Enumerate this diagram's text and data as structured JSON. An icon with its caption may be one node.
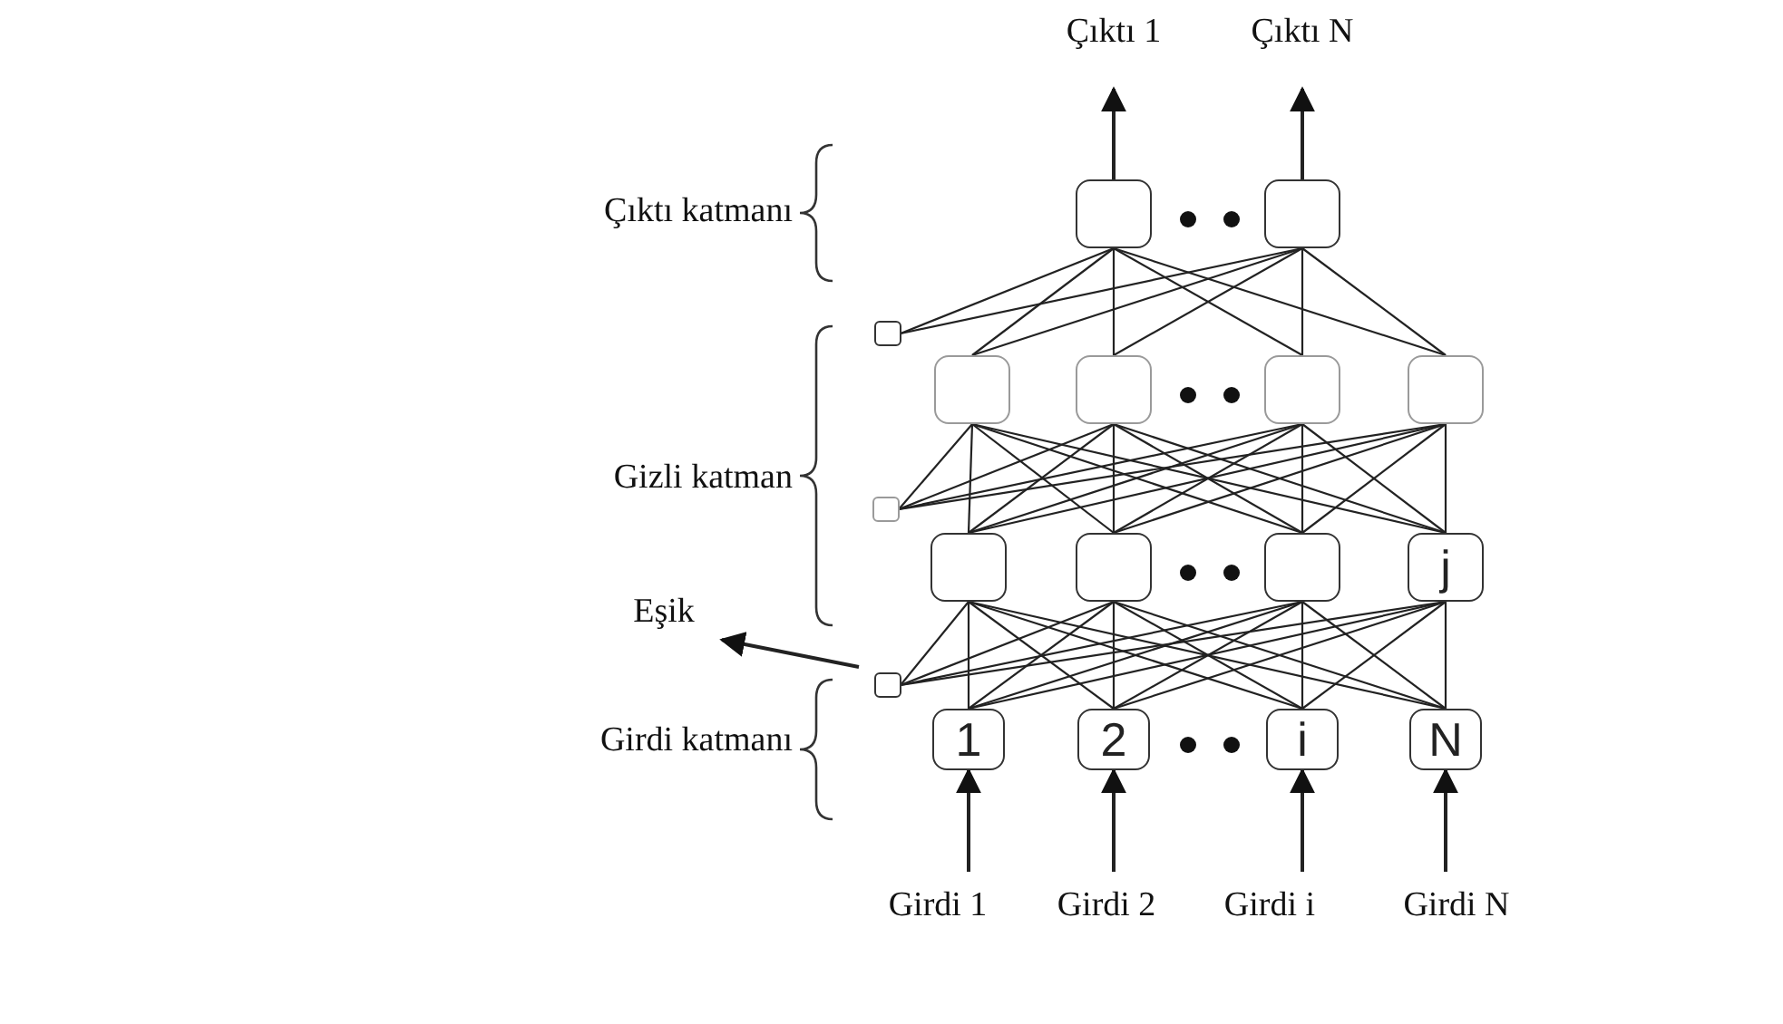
{
  "diagram": {
    "nodes": [
      {
        "text": [
          "Çıktı 1"
        ]
      },
      {
        "text": [
          "Çıktı N"
        ]
      },
      {
        "text": [],
        "shape": "box"
      },
      {
        "text": [],
        "shape": "box"
      },
      {
        "text": [],
        "shape": "box"
      },
      {
        "text": [],
        "shape": "box"
      },
      {
        "text": [],
        "shape": "box"
      },
      {
        "text": [],
        "shape": "box"
      },
      {
        "text": [],
        "shape": "box"
      },
      {
        "text": [],
        "shape": "box"
      },
      {
        "text": [],
        "shape": "box"
      },
      {
        "text": [],
        "shape": "box"
      },
      {
        "text": [],
        "shape": "box"
      },
      {
        "text": [
          "j"
        ]
      },
      {
        "text": [
          "Eşik"
        ]
      },
      {
        "text": [],
        "shape": "box"
      },
      {
        "text": [
          "1"
        ]
      },
      {
        "text": [
          "2"
        ]
      },
      {
        "text": [
          "i"
        ]
      },
      {
        "text": [
          "N"
        ]
      },
      {
        "text": [
          "Girdi 1"
        ]
      },
      {
        "text": [
          "Girdi 2"
        ]
      },
      {
        "text": [
          "Girdi i"
        ]
      },
      {
        "text": [
          "Girdi N"
        ]
      }
    ],
    "edges": [
      {
        "from": 2,
        "to": 0,
        "arrow": "to"
      },
      {
        "from": 3,
        "to": 1,
        "arrow": "to"
      },
      {
        "from": 4,
        "to": 2,
        "arrow": "none"
      },
      {
        "from": 4,
        "to": 3,
        "arrow": "none"
      },
      {
        "from": 5,
        "to": 2,
        "arrow": "none"
      },
      {
        "from": 5,
        "to": 3,
        "arrow": "none"
      },
      {
        "from": 6,
        "to": 2,
        "arrow": "none"
      },
      {
        "from": 6,
        "to": 3,
        "arrow": "none"
      },
      {
        "from": 7,
        "to": 2,
        "arrow": "none"
      },
      {
        "from": 7,
        "to": 3,
        "arrow": "none"
      },
      {
        "from": 8,
        "to": 2,
        "arrow": "none"
      },
      {
        "from": 8,
        "to": 3,
        "arrow": "none"
      },
      {
        "from": 9,
        "to": 5,
        "arrow": "none"
      },
      {
        "from": 9,
        "to": 6,
        "arrow": "none"
      },
      {
        "from": 9,
        "to": 7,
        "arrow": "none"
      },
      {
        "from": 9,
        "to": 8,
        "arrow": "none"
      },
      {
        "from": 10,
        "to": 5,
        "arrow": "none"
      },
      {
        "from": 10,
        "to": 6,
        "arrow": "none"
      },
      {
        "from": 10,
        "to": 7,
        "arrow": "none"
      },
      {
        "from": 10,
        "to": 8,
        "arrow": "none"
      },
      {
        "from": 11,
        "to": 5,
        "arrow": "none"
      },
      {
        "from": 11,
        "to": 6,
        "arrow": "none"
      },
      {
        "from": 11,
        "to": 7,
        "arrow": "none"
      },
      {
        "from": 11,
        "to": 8,
        "arrow": "none"
      },
      {
        "from": 12,
        "to": 5,
        "arrow": "none"
      },
      {
        "from": 12,
        "to": 6,
        "arrow": "none"
      },
      {
        "from": 12,
        "to": 7,
        "arrow": "none"
      },
      {
        "from": 12,
        "to": 8,
        "arrow": "none"
      },
      {
        "from": 13,
        "to": 5,
        "arrow": "none"
      },
      {
        "from": 13,
        "to": 6,
        "arrow": "none"
      },
      {
        "from": 13,
        "to": 7,
        "arrow": "none"
      },
      {
        "from": 13,
        "to": 8,
        "arrow": "none"
      },
      {
        "from": 15,
        "to": 14,
        "arrow": "to"
      },
      {
        "from": 15,
        "to": 10,
        "arrow": "none"
      },
      {
        "from": 15,
        "to": 11,
        "arrow": "none"
      },
      {
        "from": 15,
        "to": 12,
        "arrow": "none"
      },
      {
        "from": 15,
        "to": 13,
        "arrow": "none"
      },
      {
        "from": 16,
        "to": 10,
        "arrow": "none"
      },
      {
        "from": 16,
        "to": 11,
        "arrow": "none"
      },
      {
        "from": 16,
        "to": 12,
        "arrow": "none"
      },
      {
        "from": 16,
        "to": 13,
        "arrow": "none"
      },
      {
        "from": 17,
        "to": 10,
        "arrow": "none"
      },
      {
        "from": 17,
        "to": 11,
        "arrow": "none"
      },
      {
        "from": 17,
        "to": 12,
        "arrow": "none"
      },
      {
        "from": 17,
        "to": 13,
        "arrow": "none"
      },
      {
        "from": 18,
        "to": 10,
        "arrow": "none"
      },
      {
        "from": 18,
        "to": 11,
        "arrow": "none"
      },
      {
        "from": 18,
        "to": 12,
        "arrow": "none"
      },
      {
        "from": 18,
        "to": 13,
        "arrow": "none"
      },
      {
        "from": 19,
        "to": 10,
        "arrow": "none"
      },
      {
        "from": 19,
        "to": 11,
        "arrow": "none"
      },
      {
        "from": 19,
        "to": 12,
        "arrow": "none"
      },
      {
        "from": 19,
        "to": 13,
        "arrow": "none"
      },
      {
        "from": 20,
        "to": 16,
        "arrow": "to"
      },
      {
        "from": 21,
        "to": 17,
        "arrow": "to"
      },
      {
        "from": 22,
        "to": 18,
        "arrow": "to"
      },
      {
        "from": 23,
        "to": 19,
        "arrow": "to"
      }
    ],
    "labels": [
      "Çıktı katmanı",
      "Gizli katman",
      "Girdi katmanı"
    ]
  }
}
